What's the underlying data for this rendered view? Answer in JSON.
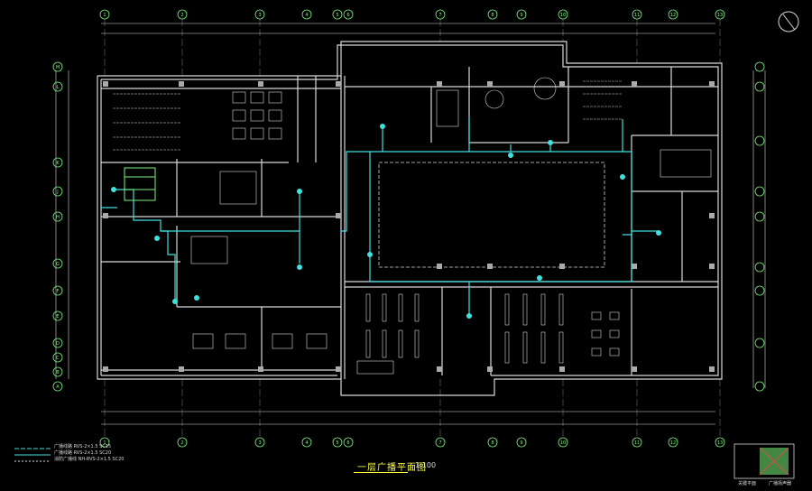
{
  "title": "一层广播平面图",
  "scale": "1:100",
  "colors": {
    "background": "#000000",
    "wall": "#d8d8d8",
    "axis": "#7cf47c",
    "cable": "#40e0e0",
    "text_yellow": "#ffff40",
    "furniture": "#d8d8d8"
  },
  "axis_cols_top": [
    "1",
    "2",
    "3",
    "4",
    "5",
    "6",
    "7",
    "8",
    "9",
    "10",
    "11",
    "12",
    "13"
  ],
  "axis_rows_left": [
    "M",
    "L",
    "K",
    "J",
    "H",
    "G",
    "F",
    "E",
    "D",
    "C",
    "B",
    "A"
  ],
  "legend": [
    "广播线路 RVS-2×1.5 SC15",
    "广播线路 RVS-2×1.5 SC20",
    "消防广播线 NH-RVS-2×1.5 SC20"
  ],
  "device_legend": "广播扬声器",
  "key_plan_label": "关键平面"
}
